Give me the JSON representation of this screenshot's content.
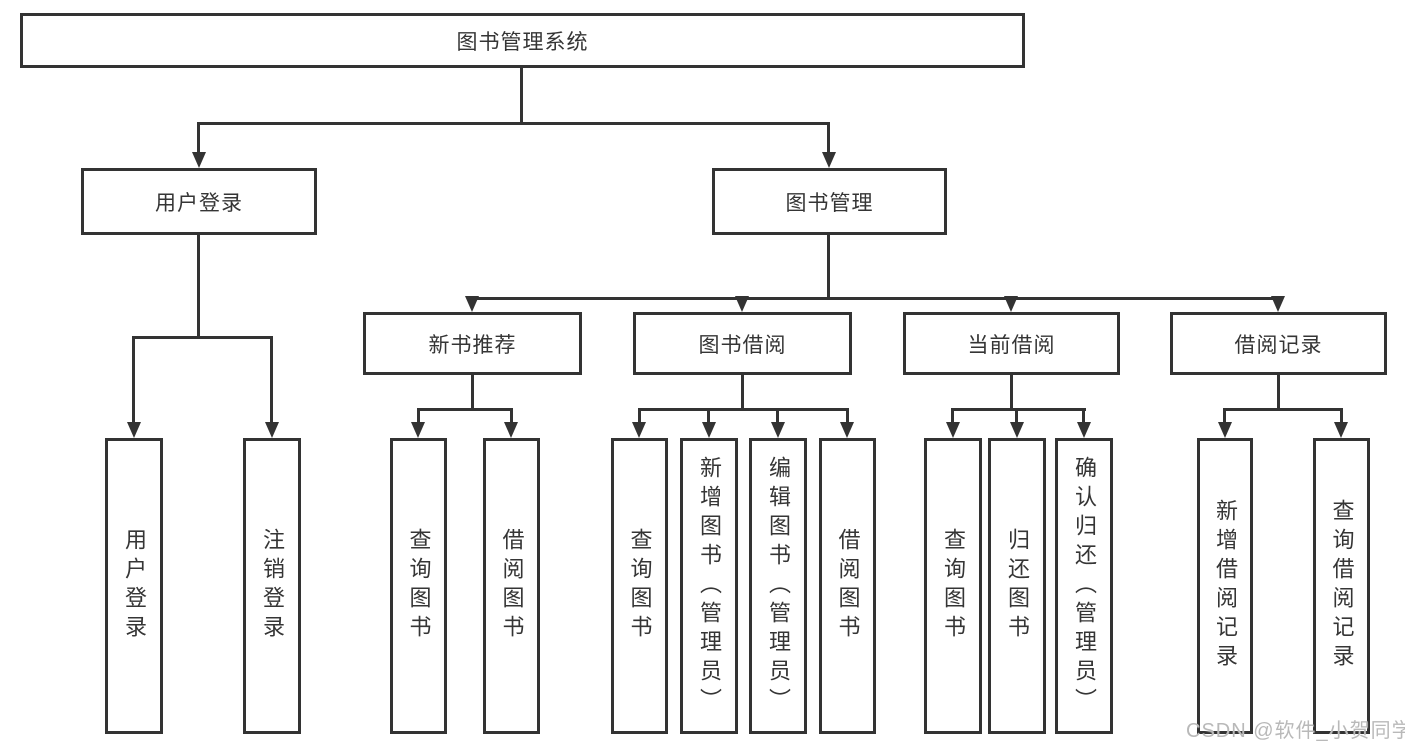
{
  "diagram": {
    "root": {
      "label": "图书管理系统"
    },
    "level2": [
      {
        "label": "用户登录"
      },
      {
        "label": "图书管理"
      }
    ],
    "level3": [
      {
        "label": "新书推荐"
      },
      {
        "label": "图书借阅"
      },
      {
        "label": "当前借阅"
      },
      {
        "label": "借阅记录"
      }
    ],
    "leaves": {
      "user_login": [
        "用户登录",
        "注销登录"
      ],
      "new_book": [
        "查询图书",
        "借阅图书"
      ],
      "book_borrow": [
        "查询图书",
        "新增图书（管理员）",
        "编辑图书（管理员）",
        "借阅图书"
      ],
      "current_borrow": [
        "查询图书",
        "归还图书",
        "确认归还（管理员）"
      ],
      "borrow_record": [
        "新增借阅记录",
        "查询借阅记录"
      ]
    }
  },
  "watermark": {
    "text": "CSDN @软件_小贺同学"
  },
  "colors": {
    "line": "#333333",
    "text": "#353535",
    "watermark": "#b9b9b9",
    "background": "#ffffff"
  }
}
